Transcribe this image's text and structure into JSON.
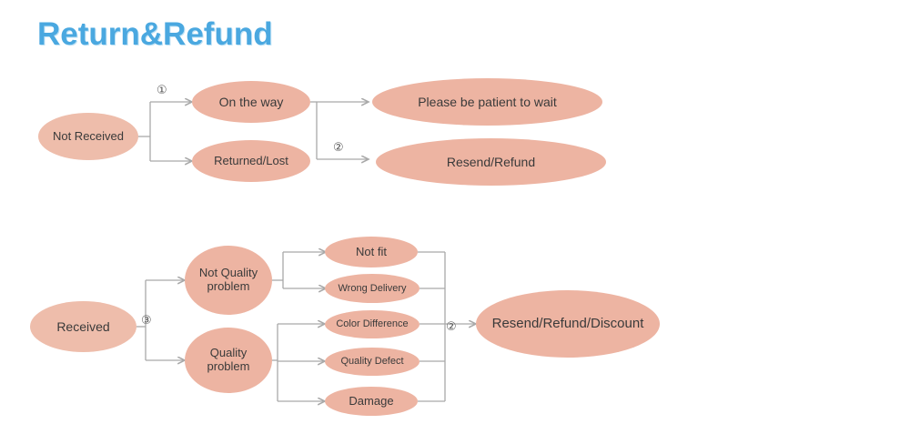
{
  "title": "Return&Refund",
  "colors": {
    "title": "#4aa8e0",
    "node_fill": "#edb4a2",
    "node_fill_light": "#eebdab",
    "arrow": "#a9a9a9",
    "text": "#3a3a3a"
  },
  "flow_not_received": {
    "root": "Not Received",
    "branches": [
      {
        "marker": "①",
        "label": "On the way",
        "outcome": "Please be patient to wait"
      },
      {
        "marker": "②",
        "label": "Returned/Lost",
        "outcome": "Resend/Refund"
      }
    ]
  },
  "flow_received": {
    "root": "Received",
    "marker": "③",
    "groups": [
      {
        "label": "Not Quality problem",
        "items": [
          "Not fit",
          "Wrong Delivery"
        ]
      },
      {
        "label": "Quality problem",
        "items": [
          "Color Difference",
          "Quality Defect",
          "Damage"
        ]
      }
    ],
    "marker_outcome": "②",
    "outcome": "Resend/Refund/Discount"
  },
  "nodes": {
    "not_received": "Not Received",
    "on_the_way": "On the way",
    "returned_lost": "Returned/Lost",
    "please_wait": "Please be patient to wait",
    "resend_refund": "Resend/Refund",
    "received": "Received",
    "not_quality": "Not Quality problem",
    "quality": "Quality problem",
    "not_fit": "Not fit",
    "wrong_delivery": "Wrong Delivery",
    "color_difference": "Color Difference",
    "quality_defect": "Quality Defect",
    "damage": "Damage",
    "resend_refund_discount": "Resend/Refund/Discount"
  },
  "markers": {
    "m1": "①",
    "m2": "②",
    "m3": "③",
    "m4": "②"
  }
}
